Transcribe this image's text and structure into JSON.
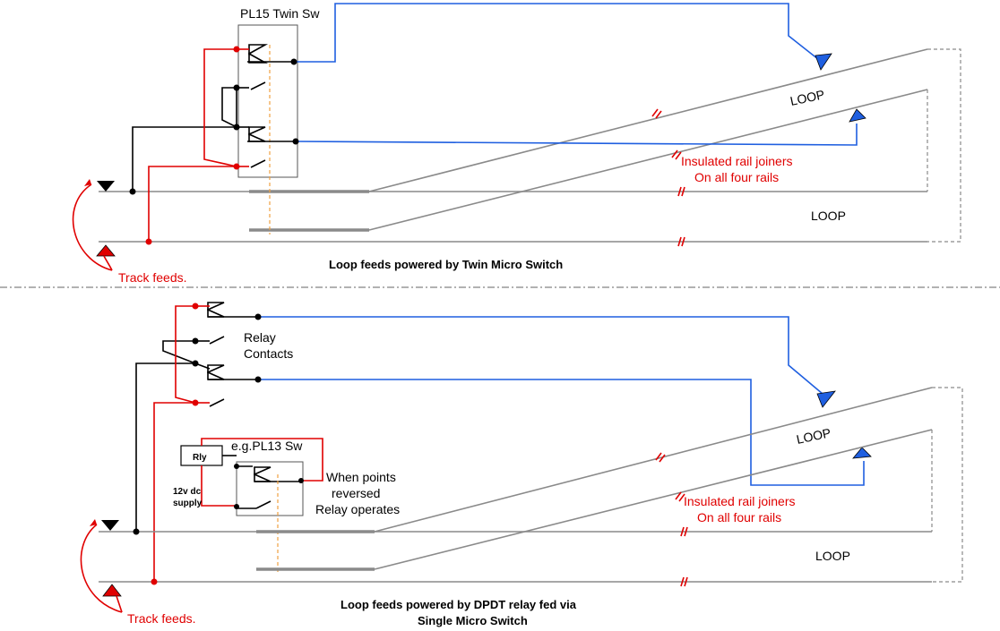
{
  "top": {
    "switch_title": "PL15 Twin Sw",
    "loop_upper": "LOOP",
    "loop_lower": "LOOP",
    "insulated_line1": "Insulated rail joiners",
    "insulated_line2": "On all four rails",
    "track_feeds": "Track feeds.",
    "caption": "Loop feeds powered by Twin Micro Switch"
  },
  "bottom": {
    "relay_contacts_line1": "Relay",
    "relay_contacts_line2": "Contacts",
    "switch_title": "e.g.PL13 Sw",
    "relay_box": "Rly",
    "supply_line1": "12v dc",
    "supply_line2": "supply",
    "when_line1": "When points",
    "when_line2": "reversed",
    "when_line3": "Relay operates",
    "loop_upper": "LOOP",
    "loop_lower": "LOOP",
    "insulated_line1": "Insulated rail joiners",
    "insulated_line2": "On all four rails",
    "track_feeds": "Track feeds.",
    "caption_line1": "Loop feeds powered by DPDT relay fed via",
    "caption_line2": "Single Micro Switch"
  },
  "colors": {
    "rail": "#8a8a8a",
    "feed_negative": "#000000",
    "feed_positive": "#e00000",
    "loop_feed": "#1f5fe0",
    "actuator_link": "#f0a040"
  }
}
